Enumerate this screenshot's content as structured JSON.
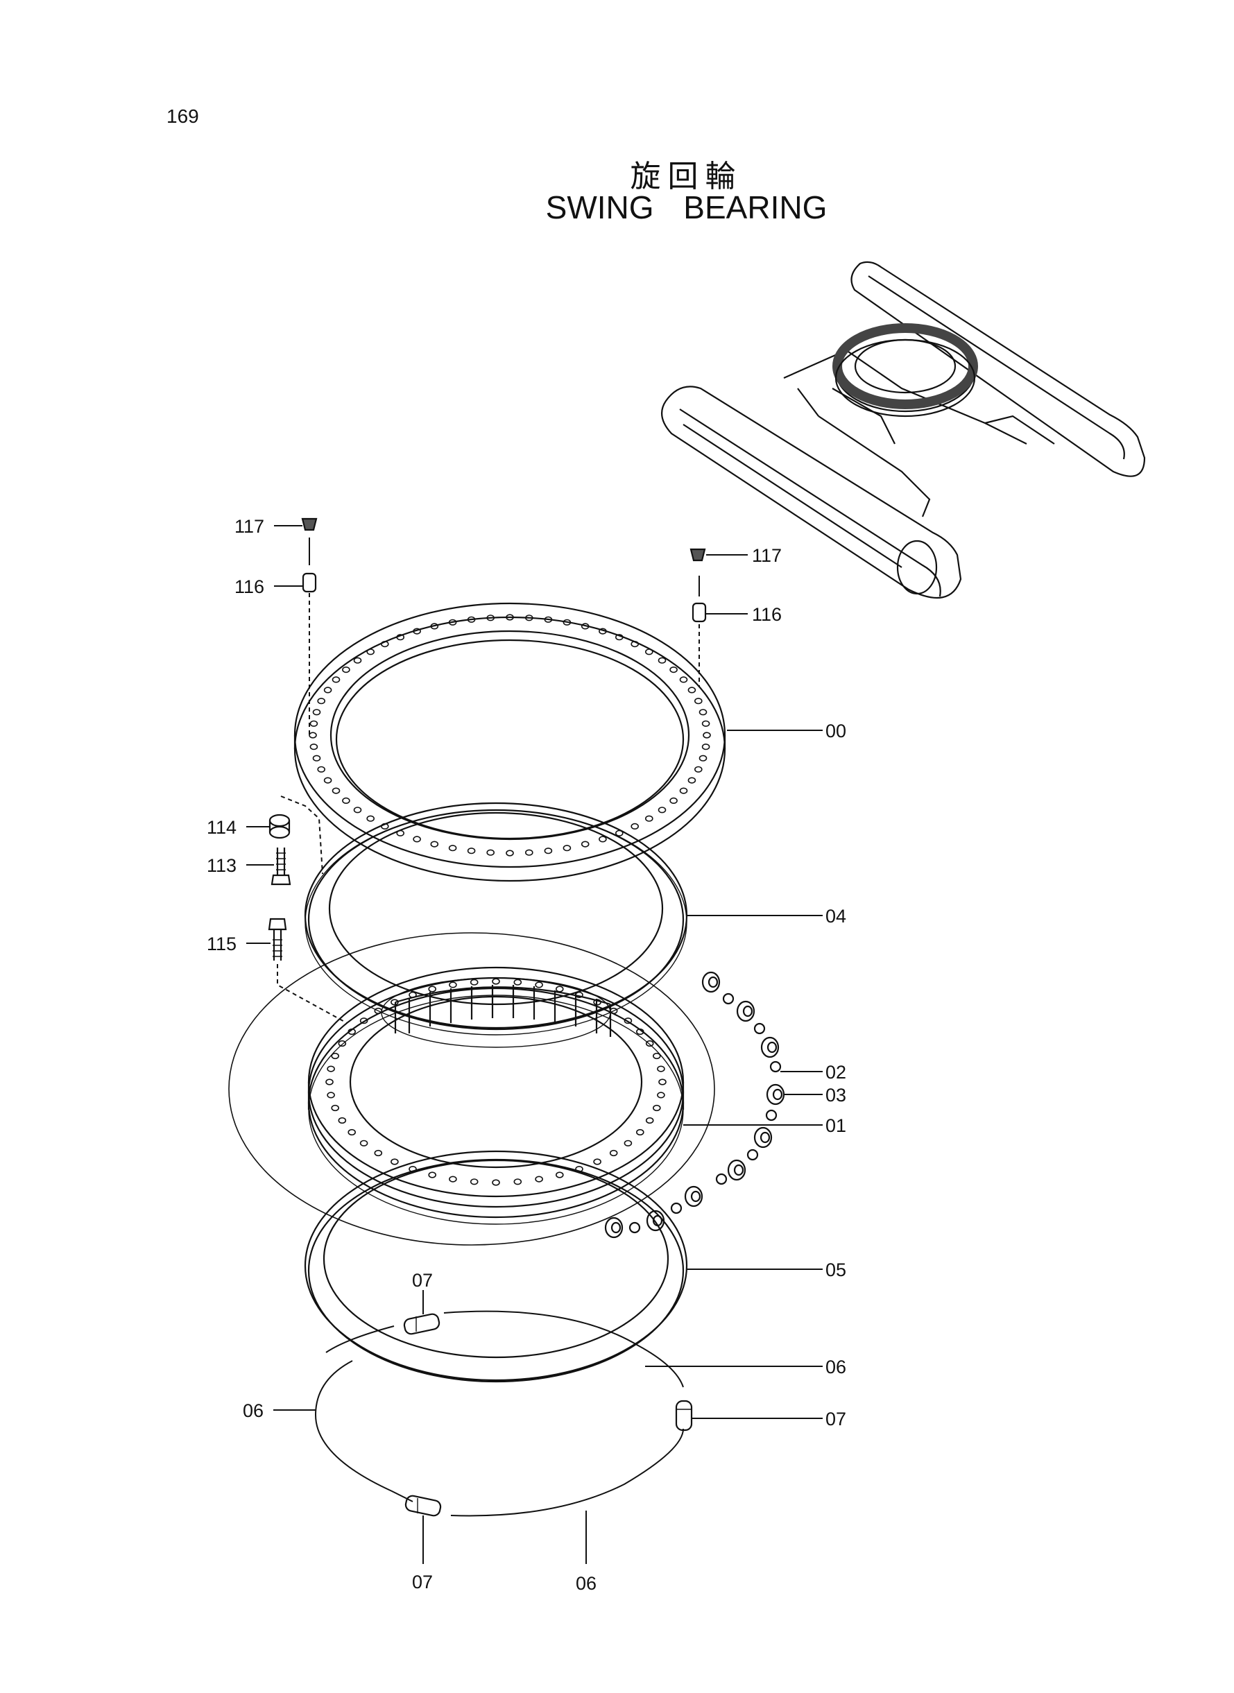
{
  "page_number": "169",
  "title": {
    "japanese": "旋回輪",
    "english": "SWING   BEARING"
  },
  "labels": {
    "p117_left": "117",
    "p116_left": "116",
    "p117_right": "117",
    "p116_right": "116",
    "p00": "00",
    "p114": "114",
    "p113": "113",
    "p04": "04",
    "p115": "115",
    "p02": "02",
    "p03": "03",
    "p01": "01",
    "p05": "05",
    "p07_top": "07",
    "p06_right": "06",
    "p06_left": "06",
    "p07_right": "07",
    "p07_bottom": "07",
    "p06_bottom": "06"
  }
}
